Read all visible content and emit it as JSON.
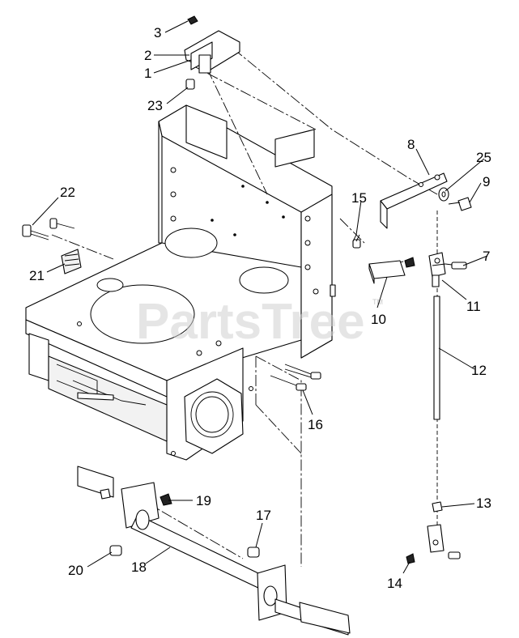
{
  "watermark": {
    "text": "PartsTree",
    "trademark": "TM"
  },
  "callouts": {
    "c1": "1",
    "c2": "2",
    "c3": "3",
    "c7": "7",
    "c8": "8",
    "c9": "9",
    "c10": "10",
    "c11": "11",
    "c12": "12",
    "c13": "13",
    "c14": "14",
    "c15": "15",
    "c16": "16",
    "c17": "17",
    "c18": "18",
    "c19": "19",
    "c20": "20",
    "c21": "21",
    "c22": "22",
    "c23": "23",
    "c25": "25"
  }
}
